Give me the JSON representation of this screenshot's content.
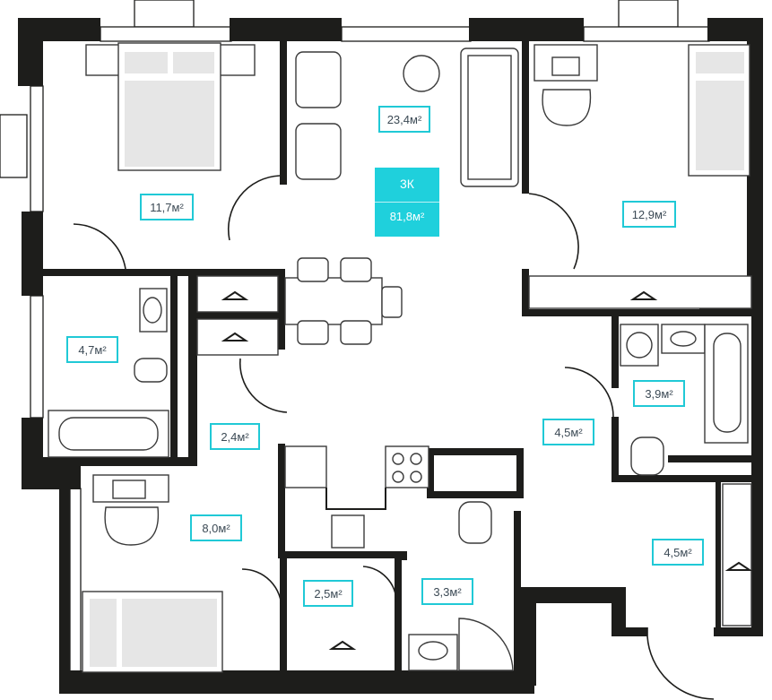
{
  "apartment": {
    "rooms_code": "3К",
    "total_area": "81,8м²"
  },
  "rooms": [
    {
      "id": "living",
      "area": "23,4м²"
    },
    {
      "id": "bedroom-top-left",
      "area": "11,7м²"
    },
    {
      "id": "bedroom-top-right",
      "area": "12,9м²"
    },
    {
      "id": "bathroom-left",
      "area": "4,7м²"
    },
    {
      "id": "closet-left",
      "area": "2,4м²"
    },
    {
      "id": "bathroom-right",
      "area": "3,9м²"
    },
    {
      "id": "hall-right",
      "area": "4,5м²"
    },
    {
      "id": "bedroom-bottom-left",
      "area": "8,0м²"
    },
    {
      "id": "entry-hall",
      "area": "4,5м²"
    },
    {
      "id": "wardrobe-bottom",
      "area": "2,5м²"
    },
    {
      "id": "toilet-bottom",
      "area": "3,3м²"
    }
  ],
  "colors": {
    "accent": "#1fd0dc",
    "wall": "#1d1d1b",
    "label_text": "#3c4a55"
  }
}
